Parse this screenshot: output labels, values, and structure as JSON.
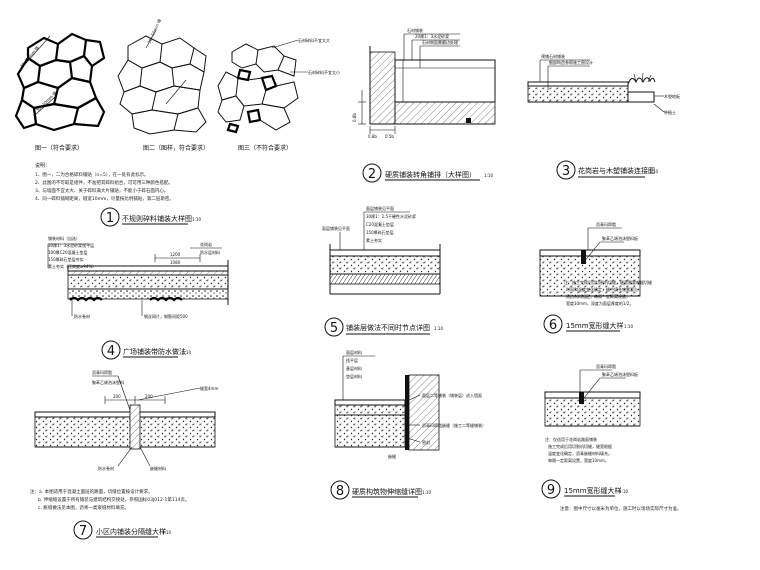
{
  "sheet": {
    "title": ""
  },
  "details": {
    "d1": {
      "number": "1",
      "caption": "不规则碎料铺装大样图",
      "scale": "1:10",
      "sub_fig1": "图一（符合要求）",
      "sub_fig2": "图二（图样，符合要求）",
      "sub_fig3": "图三（不符合要求）",
      "dim_a": "30~50mm 缝",
      "dim_b": "30~50mm 缝",
      "label_fig3_a": "石材碎料不宜太大",
      "label_fig3_b": "石材碎料不宜太小",
      "notes_title": "说明：",
      "notes": [
        "1、图一，二为合格碎料铺贴（n=5），在一处有此标示。",
        "2、此图的不可取是组件，不准把其碎料组合，可可用三种颜色搭配。",
        "3、与墙面不宜太大、关于碎料满大片铺贴，不能小于碎石面内心。",
        "4、同一碎料铺砌距离，缝宽10mm，尽量按比例铺贴，第二层斯密。"
      ]
    },
    "d2": {
      "number": "2",
      "caption": "硬质铺装转角铺排（大样图）",
      "scale": "1:10",
      "label_a": "石材铺装",
      "label_b": "20厚1：3水泥砂浆",
      "label_c": "石材侧面需磨边处理",
      "dim_a": "0.8b",
      "dim_b": "0.8b",
      "dim_c": "0.5b"
    },
    "d3": {
      "number": "3",
      "caption": "花岗岩与木塑铺装连接图",
      "scale": "1:10",
      "label_a": "预铺石材铺装",
      "label_b": "细部构造参照施工图设计",
      "label_c": "木塑地板",
      "label_d": "种植土"
    },
    "d4": {
      "number": "4",
      "caption": "广场铺装带防水做法",
      "scale": "1:10",
      "labels": [
        "铺装材料（自选）",
        "30厚1：3水泥砂浆找平层",
        "100厚C20混凝土垫层",
        "150厚碎石垫层夯实",
        "素土夯实（压实度≥94%）"
      ],
      "label_right": "花岗岩",
      "label_right2": "防水层材料",
      "dim_a": "1200",
      "dim_b": "1080",
      "label_bottom_a": "防水卷材",
      "label_bottom_b": "钢丝网片，钢筋间距500"
    },
    "d5": {
      "number": "5",
      "caption": "铺装层做法不同时节点详图",
      "scale": "1:10",
      "labels": [
        "面层铺装见平面",
        "30厚1：2.5干硬性水泥砂浆",
        "C20混凝土垫层",
        "150厚碎石垫层",
        "素土夯实"
      ],
      "label_left": "面层铺装见平面"
    },
    "d6": {
      "number": "6",
      "caption": "15mm宽形缝大样",
      "scale": "1:10",
      "label_a": "沥青玛蹄脂",
      "label_b": "聚苯乙烯泡沫塑料板",
      "notes": [
        "注：施工完成后用切割机切缝，缝宽需要根据切缝",
        "时间和温度变化确定，缝中填充物需要与",
        "周边材料相配，每隔一定距离设缝，",
        "宽度10mm，深度为面层厚度的1/2。"
      ]
    },
    "d7": {
      "number": "7",
      "caption": "小区内铺装分隔缝大样",
      "scale": "1:10",
      "label_a": "沥青玛蹄脂",
      "label_b": "聚苯乙烯泡沫塑料",
      "dim_a": "200",
      "dim_b": "200",
      "dim_c": "缝宽4mm",
      "label_c": "防水卷材",
      "label_d": "嵌缝材料",
      "notes": [
        "注：a. 本图适用于混凝土面层的路面，切缝位置按设计要求。",
        "b. 伸缩缝设置于所有铺装与建筑结构交接处，参照国标03J012-1第114页。",
        "c. 胀缝做法见本图，沥青一类嵌缝材料填充。"
      ]
    },
    "d8": {
      "number": "8",
      "caption": "硬质构筑物伸缩缝详图",
      "scale": "1:10",
      "labels": [
        "面层材料",
        "找平层",
        "基层材料",
        "垫层材料"
      ],
      "label_a": "面层二等铺装（铺装层）进入墙面",
      "label_b": "沥青玛蹄脂嵌缝（施工二等缝铺装）",
      "label_c": "嵌缝",
      "label_d": "密封"
    },
    "d9": {
      "number": "9",
      "caption": "15mm宽形缝大样",
      "scale": "1:10",
      "label_a": "沥青玛蹄脂",
      "label_b": "聚苯乙烯泡沫塑料板",
      "notes": [
        "注：仅适用于花岗岩路面铺装",
        "施工完成后用切割机切缝，缝宽根据",
        "温度变化确定，沥青嵌缝材料填充。",
        "每隔一定距离设置，宽度10mm。"
      ]
    },
    "footer_note": "注意：图中尺寸以毫米为单位，施工时以现场实际尺寸为准。"
  }
}
